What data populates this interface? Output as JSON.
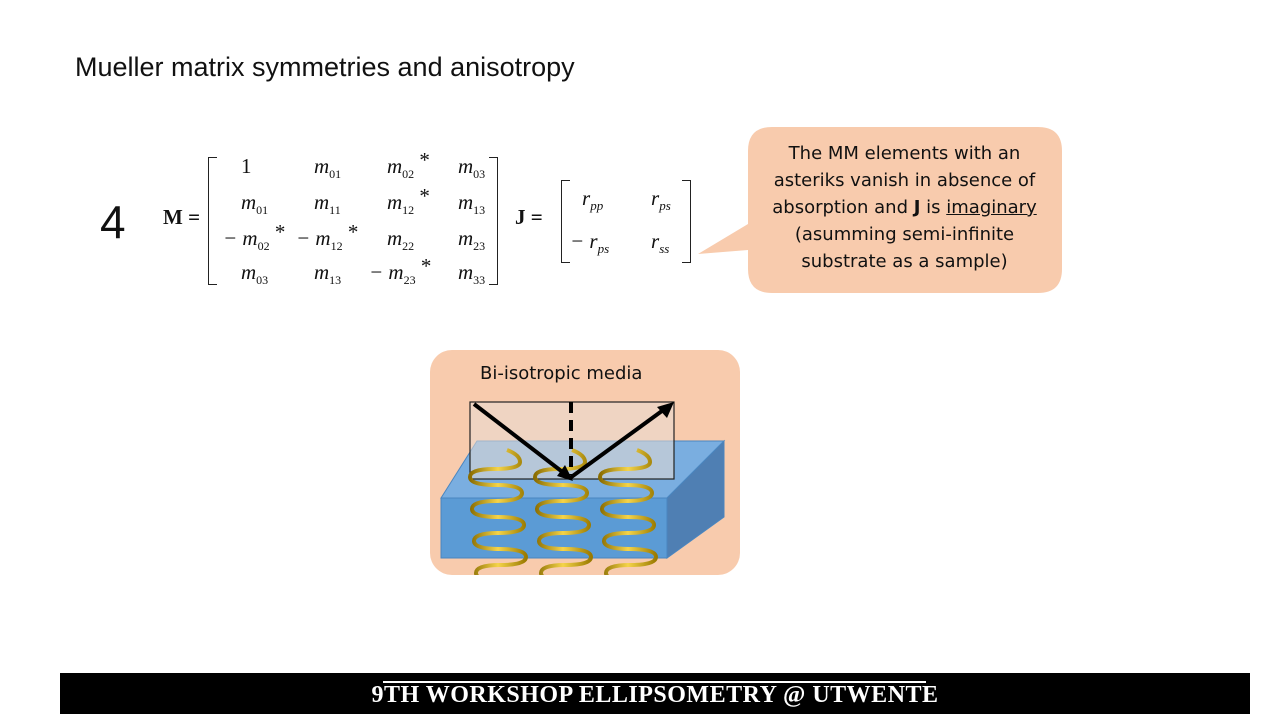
{
  "slide": {
    "title": "Mueller matrix symmetries and anisotropy",
    "number": "4"
  },
  "matrix_M": {
    "label": "M =",
    "rows": [
      [
        {
          "v": "1"
        },
        {
          "v": "m",
          "s": "01"
        },
        {
          "v": "m",
          "s": "02",
          "star": true
        },
        {
          "v": "m",
          "s": "03"
        }
      ],
      [
        {
          "v": "m",
          "s": "01"
        },
        {
          "v": "m",
          "s": "11"
        },
        {
          "v": "m",
          "s": "12",
          "star": true
        },
        {
          "v": "m",
          "s": "13"
        }
      ],
      [
        {
          "v": "− m",
          "s": "02",
          "star": true
        },
        {
          "v": "− m",
          "s": "12",
          "star": true
        },
        {
          "v": "m",
          "s": "22"
        },
        {
          "v": "m",
          "s": "23"
        }
      ],
      [
        {
          "v": "m",
          "s": "03"
        },
        {
          "v": "m",
          "s": "13"
        },
        {
          "v": "− m",
          "s": "23",
          "star": true
        },
        {
          "v": "m",
          "s": "33"
        }
      ]
    ]
  },
  "matrix_J": {
    "label": "J =",
    "rows": [
      [
        {
          "v": "r",
          "s": "pp"
        },
        {
          "v": "r",
          "s": "ps"
        }
      ],
      [
        {
          "v": "− r",
          "s": "ps"
        },
        {
          "v": "r",
          "s": "ss"
        }
      ]
    ]
  },
  "callout": {
    "line1": "The MM elements with an",
    "line2": "asteriks vanish in absence of",
    "line3_pre": "absorption and ",
    "line3_bold": "J",
    "line3_mid": " is ",
    "line3_underlined": "imaginary",
    "line4": "(asumming semi-infinite",
    "line5": "substrate as a sample)",
    "color": "#f8cbad"
  },
  "figure": {
    "label": "Bi-isotropic media",
    "background": "#f8cbad",
    "block_color": "#5b9bd5"
  },
  "footer": {
    "text": "9TH WORKSHOP ELLIPSOMETRY @ UTWENTE"
  }
}
